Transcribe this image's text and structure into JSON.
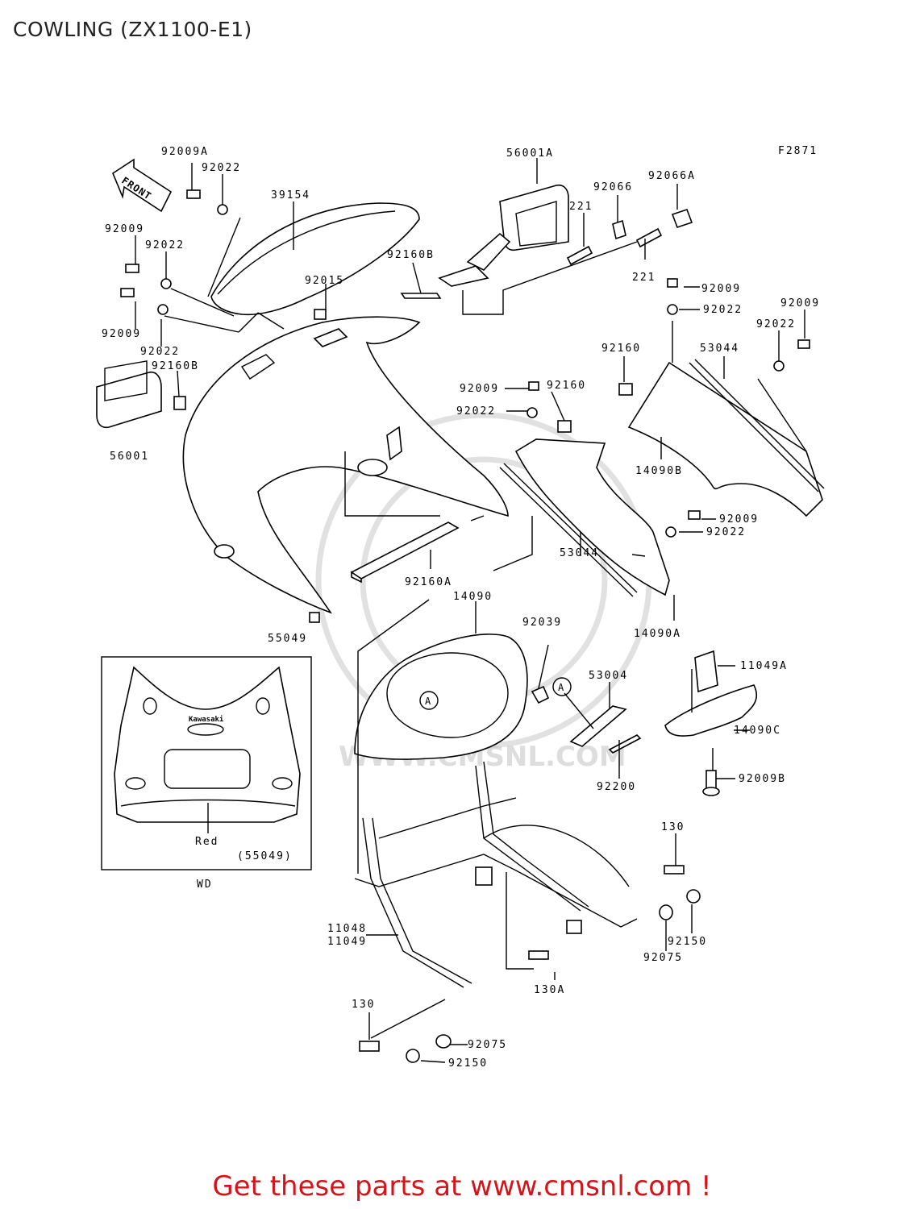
{
  "page": {
    "title": "COWLING (ZX1100-E1)",
    "figure_code": "F2871",
    "footer": "Get these parts at www.cmsnl.com !",
    "footer_color": "#d4141b",
    "watermark": "WWW.CMSNL.COM"
  },
  "diagram": {
    "arrow_label": "FRONT",
    "callout_marker": "A",
    "part_labels": {
      "p92009A": "92009A",
      "p92022_a": "92022",
      "p39154": "39154",
      "p92009_a": "92009",
      "p92022_b": "92022",
      "p92015": "92015",
      "p92009_b": "92009",
      "p92022_c": "92022",
      "p92160B_a": "92160B",
      "p56001": "56001",
      "p56001A": "56001A",
      "p221_a": "221",
      "p92066": "92066",
      "p92066A": "92066A",
      "p92160B_b": "92160B",
      "p221_b": "221",
      "p92009_c": "92009",
      "p92022_d": "92022",
      "p92009_d": "92009",
      "p92022_e": "92022",
      "p92160_a": "92160",
      "p53044_a": "53044",
      "p92009_e": "92009",
      "p92160_b": "92160",
      "p92022_f": "92022",
      "p14090B": "14090B",
      "p92009_f": "92009",
      "p92022_g": "92022",
      "p53044_b": "53044",
      "p92160A": "92160A",
      "p14090": "14090",
      "p92039": "92039",
      "p55049": "55049",
      "p14090A": "14090A",
      "p11049A": "11049A",
      "p53004": "53004",
      "p14090C": "14090C",
      "p92200": "92200",
      "p92009B": "92009B",
      "p130_a": "130",
      "p11048": "11048",
      "p11049": "11049",
      "p92150_a": "92150",
      "p92075_a": "92075",
      "p130A": "130A",
      "p130_b": "130",
      "p92075_b": "92075",
      "p92150_b": "92150"
    },
    "inset": {
      "logo": "Kawasaki",
      "color_label": "Red",
      "part_ref": "(55049)",
      "caption": "WD"
    }
  }
}
